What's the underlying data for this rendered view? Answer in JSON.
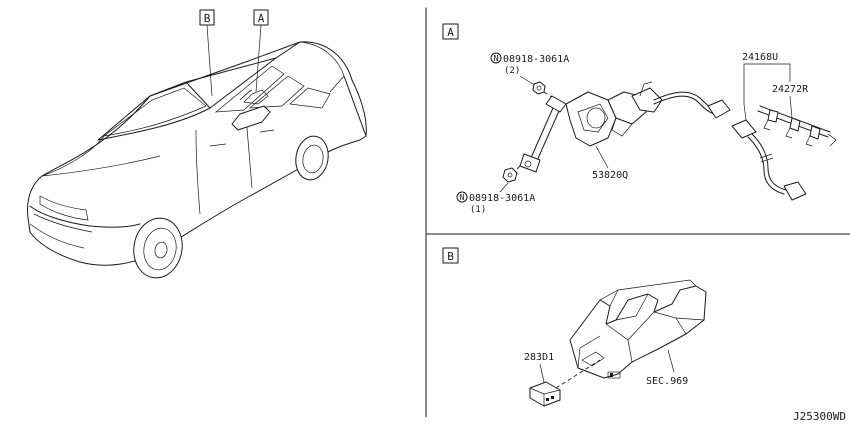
{
  "diagram_code": "J25300WD",
  "car_view": {
    "callout_a": "A",
    "callout_b": "B"
  },
  "panel_a": {
    "tag": "A",
    "nut_upper": {
      "symbol": "N",
      "part": "08918-3061A",
      "qty": "(2)"
    },
    "nut_lower": {
      "symbol": "N",
      "part": "08918-3061A",
      "qty": "(1)"
    },
    "sensor": "53820Q",
    "harness": "24168U",
    "harness_sub": "24272R"
  },
  "panel_b": {
    "tag": "B",
    "module": "283D1",
    "console": "SEC.969"
  }
}
